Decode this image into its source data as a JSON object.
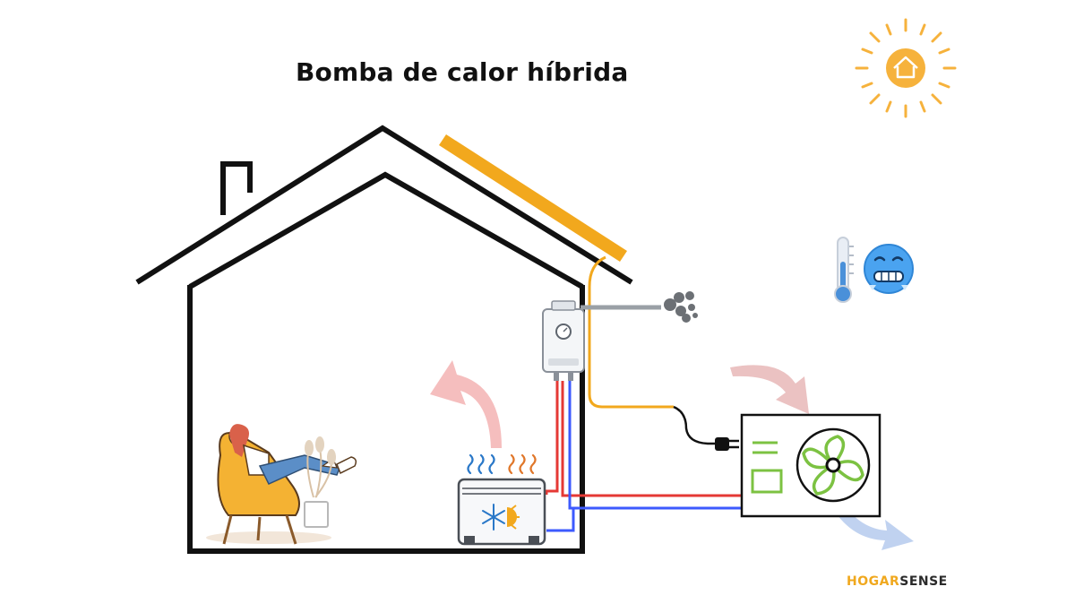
{
  "title": "Bomba de calor híbrida",
  "brand": {
    "part1": "HOGAR",
    "part2": "SENSE"
  },
  "colors": {
    "solar_panel": "#f2a81d",
    "hot_pipe": "#e53935",
    "cold_pipe": "#3d5afe",
    "solar_pipe": "#f2a81d",
    "fan_green": "#7cc242",
    "arrow_red": "#f3b3b3",
    "arrow_blue": "#b9cdee",
    "sun": "#f6b23c",
    "house_outline": "#111111"
  },
  "icons": [
    "sun-icon",
    "thermometer-icon",
    "freezing-face-icon",
    "boiler-icon",
    "radiator-icon",
    "heat-pump-fan-icon",
    "smoke-icon",
    "person-relaxing-icon"
  ]
}
